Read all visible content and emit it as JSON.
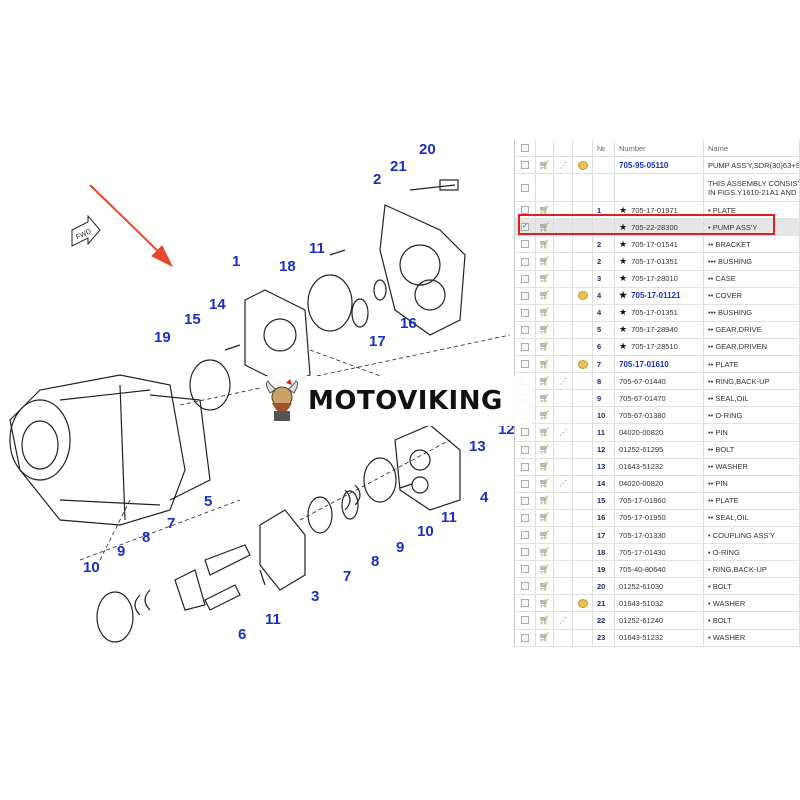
{
  "brand": {
    "logo_text": "MOTOVIKING"
  },
  "diagram": {
    "direction_label": "FWD",
    "callouts": [
      "20",
      "21",
      "2",
      "11",
      "1",
      "18",
      "14",
      "15",
      "19",
      "16",
      "17",
      "12",
      "13",
      "4",
      "11",
      "10",
      "9",
      "8",
      "7",
      "5",
      "7",
      "8",
      "9",
      "10",
      "3",
      "11",
      "6"
    ]
  },
  "table": {
    "headers": {
      "no": "№",
      "number": "Number",
      "name": "Name"
    },
    "rows": [
      {
        "no": "",
        "number": "705-95-05110",
        "name": "PUMP ASS'Y,SDR(30)63+S",
        "link": true,
        "tree": true,
        "folder": true,
        "cart": true
      },
      {
        "no": "",
        "number": "",
        "name": "THIS ASSEMBLY CONSIST\nIN FIGS.Y1610-21A1 AND",
        "tall": true
      },
      {
        "no": "1",
        "number": "705-17-01971",
        "name": "• PLATE",
        "star": true,
        "cart": true
      },
      {
        "no": "",
        "number": "705-22-28300",
        "name": "• PUMP ASS'Y",
        "star": true,
        "cart": true,
        "checked": true,
        "highlight": true
      },
      {
        "no": "2",
        "number": "705-17-01541",
        "name": "•• BRACKET",
        "star": true,
        "cart": true
      },
      {
        "no": "2",
        "number": "705-17-01351",
        "name": "••• BUSHING",
        "star": true,
        "cart": true
      },
      {
        "no": "3",
        "number": "705-17-28010",
        "name": "•• CASE",
        "star": true,
        "cart": true
      },
      {
        "no": "4",
        "number": "705-17-01121",
        "name": "•• COVER",
        "star": true,
        "link": true,
        "folder": true,
        "cart": true
      },
      {
        "no": "4",
        "number": "705-17-01351",
        "name": "••• BUSHING",
        "star": true,
        "cart": true
      },
      {
        "no": "5",
        "number": "705-17-28940",
        "name": "•• GEAR,DRIVE",
        "star": true,
        "cart": true
      },
      {
        "no": "6",
        "number": "705-17-28510",
        "name": "•• GEAR,DRIVEN",
        "star": true,
        "cart": true
      },
      {
        "no": "7",
        "number": "705-17-01610",
        "name": "•• PLATE",
        "link": true,
        "folder": true,
        "cart": true
      },
      {
        "no": "8",
        "number": "705-67-01440",
        "name": "•• RING,BACK-UP",
        "tree": true,
        "cart": true
      },
      {
        "no": "9",
        "number": "705-67-01470",
        "name": "•• SEAL,OIL",
        "cart": true
      },
      {
        "no": "10",
        "number": "705-67-01380",
        "name": "•• O-RING",
        "cart": true
      },
      {
        "no": "11",
        "number": "04020-00820",
        "name": "•• PIN",
        "tree": true,
        "cart": true
      },
      {
        "no": "12",
        "number": "01252-61295",
        "name": "•• BOLT",
        "cart": true
      },
      {
        "no": "13",
        "number": "01643-51232",
        "name": "•• WASHER",
        "cart": true
      },
      {
        "no": "14",
        "number": "04020-00820",
        "name": "•• PIN",
        "tree": true,
        "cart": true
      },
      {
        "no": "15",
        "number": "705-17-01860",
        "name": "•• PLATE",
        "cart": true
      },
      {
        "no": "16",
        "number": "705-17-01950",
        "name": "•• SEAL,OIL",
        "cart": true
      },
      {
        "no": "17",
        "number": "705-17-01330",
        "name": "• COUPLING ASS'Y",
        "cart": true
      },
      {
        "no": "18",
        "number": "705-17-01430",
        "name": "• O-RING",
        "cart": true
      },
      {
        "no": "19",
        "number": "705-40-80640",
        "name": "• RING,BACK-UP",
        "cart": true
      },
      {
        "no": "20",
        "number": "01252-61030",
        "name": "• BOLT",
        "cart": true
      },
      {
        "no": "21",
        "number": "01643-51032",
        "name": "• WASHER",
        "folder": true,
        "cart": true
      },
      {
        "no": "22",
        "number": "01252-61240",
        "name": "• BOLT",
        "tree": true,
        "cart": true
      },
      {
        "no": "23",
        "number": "01643-51232",
        "name": "• WASHER",
        "cart": true
      }
    ]
  },
  "colors": {
    "callout": "#1a2fc8",
    "highlight": "#e02020",
    "arrow": "#e8472a"
  }
}
